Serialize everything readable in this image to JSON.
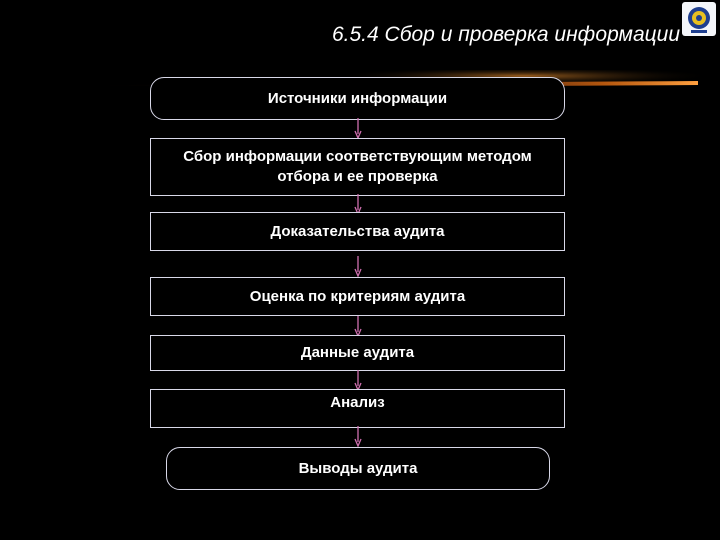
{
  "title": "6.5.4 Сбор и проверка информации",
  "flow": [
    {
      "id": "sources",
      "label": "Источники информации"
    },
    {
      "id": "collection",
      "label": "Сбор информации соответствующим методом отбора и ее проверка"
    },
    {
      "id": "evidence",
      "label": "Доказательства аудита"
    },
    {
      "id": "evaluation",
      "label": "Оценка по критериям аудита"
    },
    {
      "id": "findings",
      "label": "Данные аудита"
    },
    {
      "id": "analysis",
      "label": "Анализ"
    },
    {
      "id": "conclusions",
      "label": "Выводы аудита"
    }
  ],
  "logo_icon": "emblem-icon",
  "colors": {
    "background": "#000000",
    "box_border": "#d8d8e8",
    "arrow": "#d070b0",
    "streak": "#c86010"
  }
}
